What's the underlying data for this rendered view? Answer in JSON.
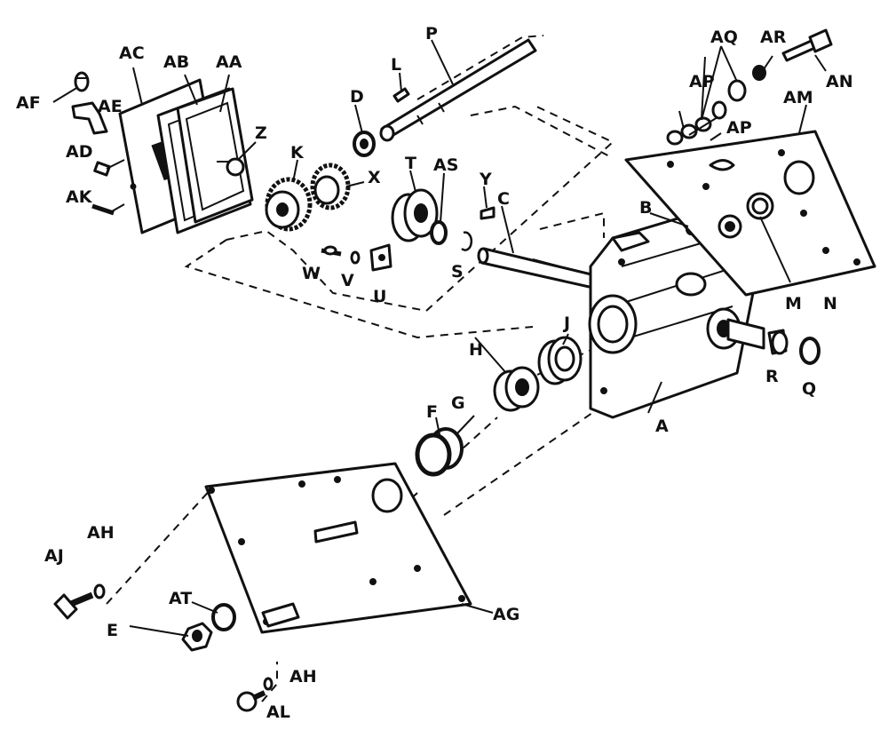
{
  "part_labels": {
    "A": "A",
    "B": "B",
    "C": "C",
    "D": "D",
    "E": "E",
    "F": "F",
    "G": "G",
    "H": "H",
    "J": "J",
    "K": "K",
    "L": "L",
    "M": "M",
    "N": "N",
    "P": "P",
    "Q": "Q",
    "R": "R",
    "S": "S",
    "T": "T",
    "U": "U",
    "V": "V",
    "W": "W",
    "X": "X",
    "Y": "Y",
    "Z": "Z",
    "AA": "AA",
    "AB": "AB",
    "AC": "AC",
    "AD": "AD",
    "AE": "AE",
    "AF": "AF",
    "AG": "AG",
    "AH_top": "AH",
    "AH_bottom": "AH",
    "AJ": "AJ",
    "AK": "AK",
    "AL": "AL",
    "AM": "AM",
    "AN": "AN",
    "AP_top": "AP",
    "AP_bottom": "AP",
    "AQ": "AQ",
    "AR": "AR",
    "AS": "AS",
    "AT": "AT"
  }
}
